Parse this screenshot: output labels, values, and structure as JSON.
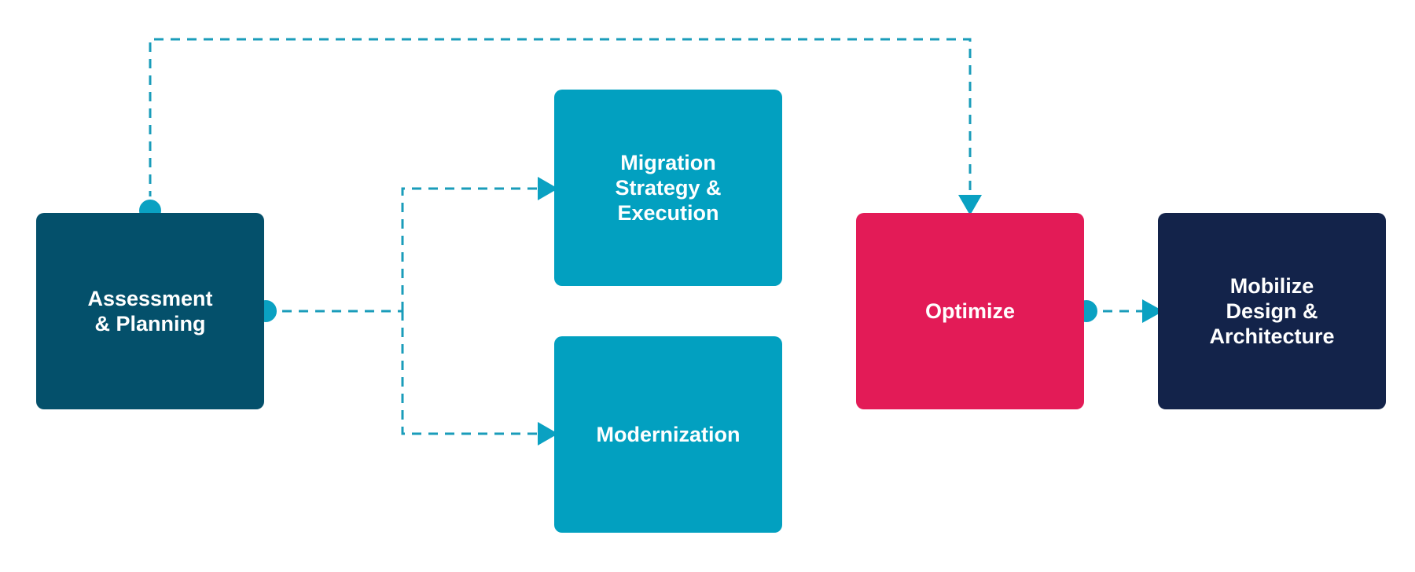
{
  "colors": {
    "connector": "#1a9cba",
    "dot": "#0aa1c2",
    "dot_stroke": "#ffffff"
  },
  "nodes": [
    {
      "id": "assessment",
      "label": "Assessment\n& Planning",
      "color": "#04506b"
    },
    {
      "id": "migration",
      "label": "Migration\nStrategy &\nExecution",
      "color": "#02a0c0"
    },
    {
      "id": "modernization",
      "label": "Modernization",
      "color": "#02a0c0"
    },
    {
      "id": "optimize",
      "label": "Optimize",
      "color": "#e31b57"
    },
    {
      "id": "mobilize",
      "label": "Mobilize\nDesign &\nArchitecture",
      "color": "#13234a"
    }
  ],
  "edges": [
    {
      "from": "assessment",
      "to": "migration",
      "style": "dashed"
    },
    {
      "from": "assessment",
      "to": "modernization",
      "style": "dashed"
    },
    {
      "from": "assessment",
      "to": "optimize",
      "style": "dashed"
    },
    {
      "from": "optimize",
      "to": "mobilize",
      "style": "dashed"
    }
  ]
}
